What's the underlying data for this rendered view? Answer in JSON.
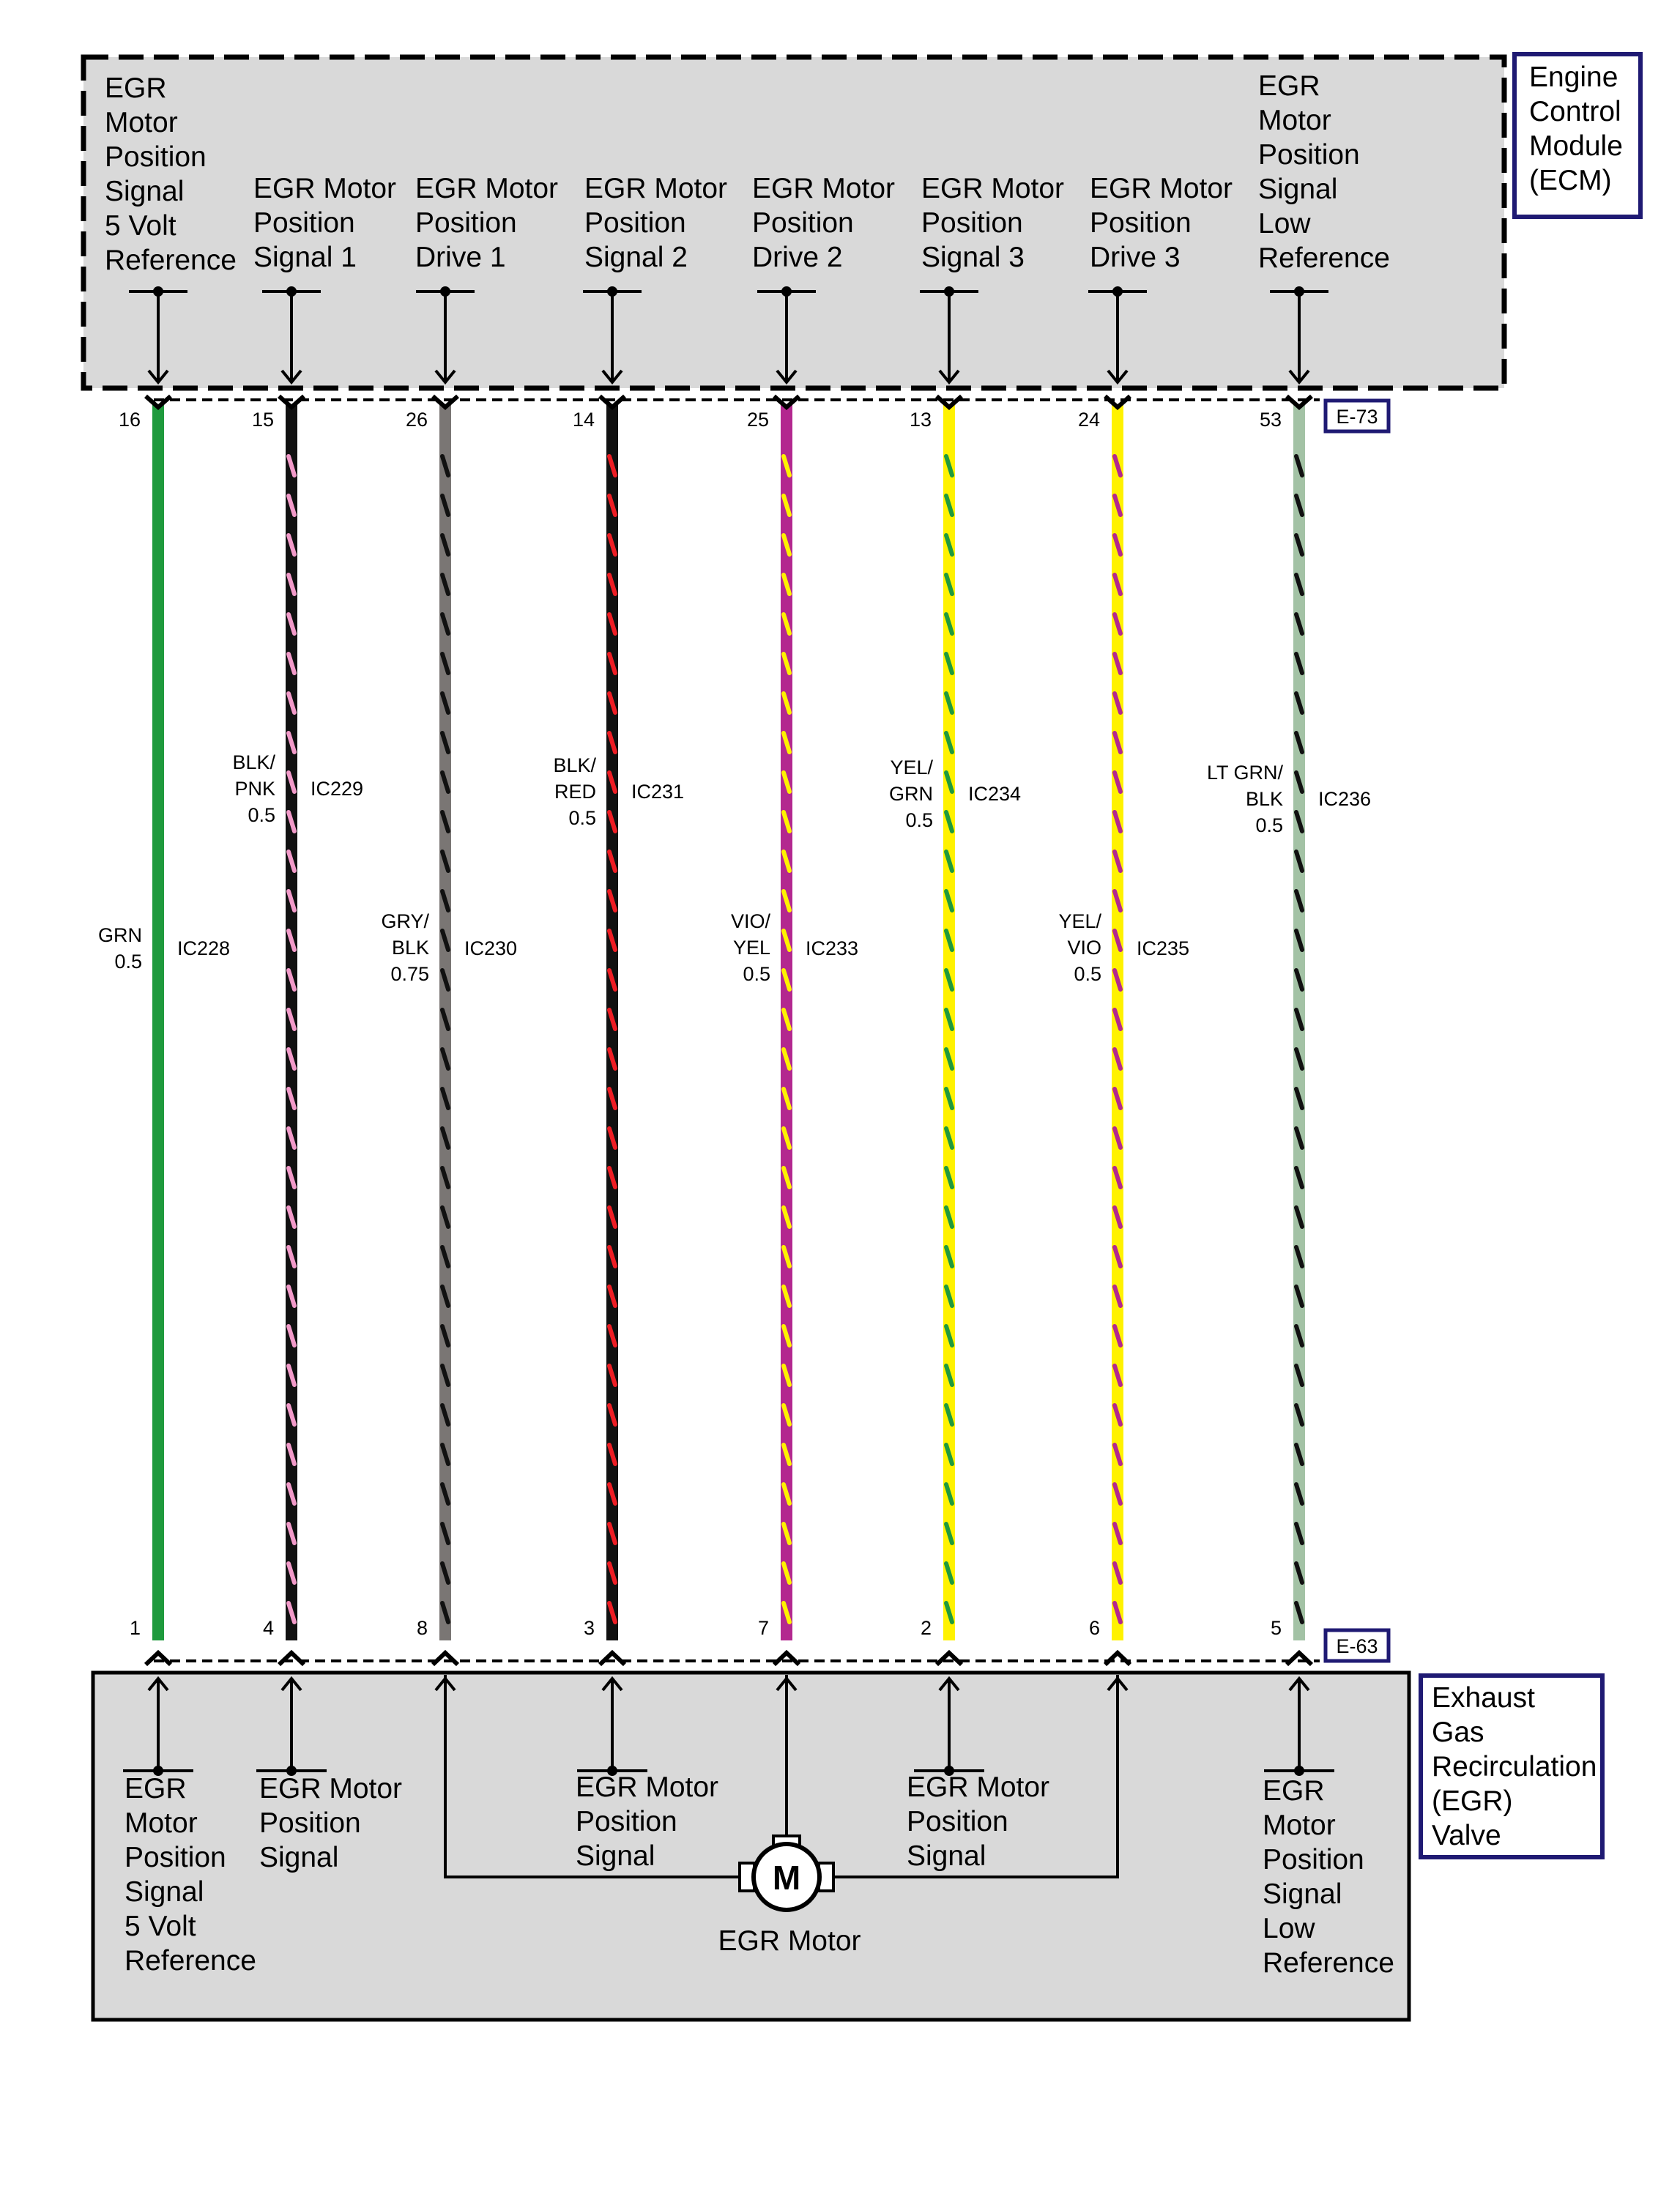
{
  "ecm": {
    "name_lines": [
      "Engine",
      "Control",
      "Module",
      "(ECM)"
    ],
    "connector": "E-73",
    "pins": [
      {
        "number": "16",
        "lines": [
          "EGR",
          "Motor",
          "Position",
          "Signal",
          "5 Volt",
          "Reference"
        ]
      },
      {
        "number": "15",
        "lines": [
          "EGR Motor",
          "Position",
          "Signal 1"
        ]
      },
      {
        "number": "26",
        "lines": [
          "EGR Motor",
          "Position",
          "Drive 1"
        ]
      },
      {
        "number": "14",
        "lines": [
          "EGR Motor",
          "Position",
          "Signal 2"
        ]
      },
      {
        "number": "25",
        "lines": [
          "EGR Motor",
          "Position",
          "Drive 2"
        ]
      },
      {
        "number": "13",
        "lines": [
          "EGR Motor",
          "Position",
          "Signal 3"
        ]
      },
      {
        "number": "24",
        "lines": [
          "EGR Motor",
          "Position",
          "Drive 3"
        ]
      },
      {
        "number": "53",
        "lines": [
          "EGR",
          "Motor",
          "Position",
          "Signal",
          "Low",
          "Reference"
        ]
      }
    ]
  },
  "valve": {
    "name_lines": [
      "Exhaust",
      "Gas",
      "Recirculation",
      "(EGR)",
      "Valve"
    ],
    "connector": "E-63",
    "pins": [
      {
        "number": "1",
        "lines": [
          "EGR",
          "Motor",
          "Position",
          "Signal",
          "5 Volt",
          "Reference"
        ]
      },
      {
        "number": "4",
        "lines": [
          "EGR Motor",
          "Position",
          "Signal"
        ]
      },
      {
        "number": "8",
        "lines": []
      },
      {
        "number": "3",
        "lines": [
          "EGR Motor",
          "Position",
          "Signal"
        ]
      },
      {
        "number": "7",
        "lines": []
      },
      {
        "number": "2",
        "lines": [
          "EGR Motor",
          "Position",
          "Signal"
        ]
      },
      {
        "number": "6",
        "lines": []
      },
      {
        "number": "5",
        "lines": [
          "EGR",
          "Motor",
          "Position",
          "Signal",
          "Low",
          "Reference"
        ]
      }
    ],
    "motor_symbol": "M",
    "motor_label": "EGR Motor"
  },
  "wires": [
    {
      "circuit": "IC228",
      "color_lines": [
        "GRN",
        "0.5"
      ],
      "base": "#1f9a3d",
      "stripe": null
    },
    {
      "circuit": "IC229",
      "color_lines": [
        "BLK/",
        "PNK",
        "0.5"
      ],
      "base": "#111111",
      "stripe": "#f29ac9"
    },
    {
      "circuit": "IC230",
      "color_lines": [
        "GRY/",
        "BLK",
        "0.75"
      ],
      "base": "#7a7674",
      "stripe": "#111111"
    },
    {
      "circuit": "IC231",
      "color_lines": [
        "BLK/",
        "RED",
        "0.5"
      ],
      "base": "#111111",
      "stripe": "#ee1d24"
    },
    {
      "circuit": "IC233",
      "color_lines": [
        "VIO/",
        "YEL",
        "0.5"
      ],
      "base": "#b3288f",
      "stripe": "#fff200"
    },
    {
      "circuit": "IC234",
      "color_lines": [
        "YEL/",
        "GRN",
        "0.5"
      ],
      "base": "#fff200",
      "stripe": "#1f9a3d"
    },
    {
      "circuit": "IC235",
      "color_lines": [
        "YEL/",
        "VIO",
        "0.5"
      ],
      "base": "#fff200",
      "stripe": "#b3288f"
    },
    {
      "circuit": "IC236",
      "color_lines": [
        "LT GRN/",
        "BLK",
        "0.5"
      ],
      "base": "#a3c2a5",
      "stripe": "#111111"
    }
  ]
}
